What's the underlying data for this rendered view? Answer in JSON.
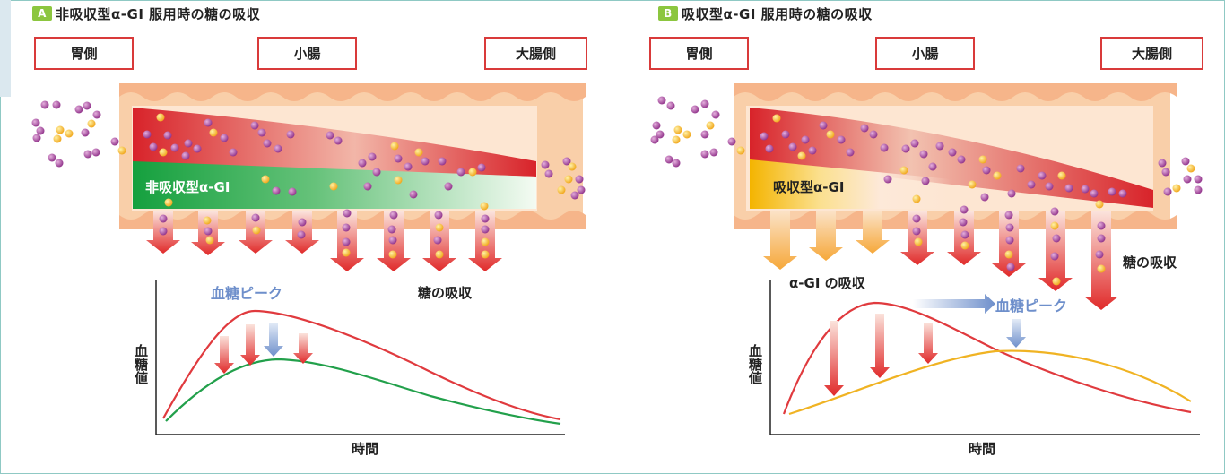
{
  "panel_a": {
    "badge": "A",
    "title": "非吸収型α-GI 服用時の糖の吸収",
    "loc_stomach": "胃側",
    "loc_small_intestine": "小腸",
    "loc_large_intestine": "大腸側",
    "drug_label": "非吸収型α-GI",
    "peak_label": "血糖ピーク",
    "absorb_label": "糖の吸収",
    "ylabel": "血糖値",
    "xlabel": "時間"
  },
  "panel_b": {
    "badge": "B",
    "title": "吸収型α-GI 服用時の糖の吸収",
    "loc_stomach": "胃側",
    "loc_small_intestine": "小腸",
    "loc_large_intestine": "大腸側",
    "drug_label": "吸収型α-GI",
    "drug_absorb_label": "α-GI の吸収",
    "peak_label": "血糖ピーク",
    "absorb_label": "糖の吸収",
    "ylabel": "血糖値",
    "xlabel": "時間"
  },
  "colors": {
    "badge": "#8cc63f",
    "box_border": "#d93a3a",
    "intestine_wall": "#f7c9a3",
    "sugar_red": "#d8232a",
    "drug_green": "#2ba84a",
    "drug_yellow": "#f4b400",
    "glucose_purple": "#9b3e93",
    "drug_molecule": "#f3b72a",
    "peak_blue": "#6e8fcb",
    "curve_red": "#e03a3e",
    "curve_green": "#22a04b",
    "curve_yellow": "#f0b323"
  }
}
